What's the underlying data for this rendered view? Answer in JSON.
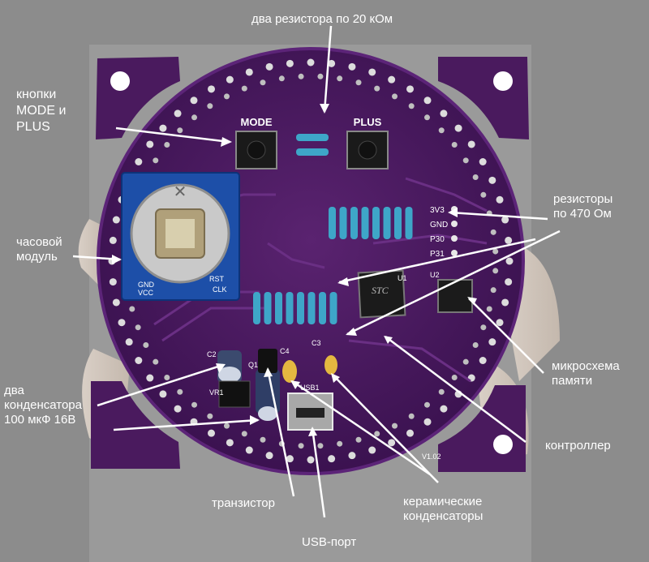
{
  "image": {
    "subject": "pcb",
    "board_label": "V1.02"
  },
  "board": {
    "button_mode": "MODE",
    "button_plus": "PLUS",
    "chip_u1": "STC",
    "chip_u1_ref": "U1",
    "chip_u2_ref": "U2",
    "pins": [
      "3V3",
      "GND",
      "P30",
      "P31"
    ],
    "clock_pins_left": [
      "GND",
      "VCC"
    ],
    "clock_pins_right": [
      "RST",
      "CLK"
    ],
    "refs": {
      "c2": "C2",
      "c3": "C3",
      "c4": "C4",
      "q1": "Q1",
      "vr1": "VR1",
      "usb1": "USB1"
    }
  },
  "labels": {
    "two_resistors": "два резистора по 20 кОм",
    "buttons": "кнопки\nMODE и\nPLUS",
    "clock_module": "часовой\nмодуль",
    "resistors_470": "резисторы\nпо 470 Ом",
    "memory_chip": "микросхема\nпамяти",
    "controller": "контроллер",
    "two_capacitors": "два\nконденсатора\n100 мкФ 16В",
    "transistor": "транзистор",
    "usb_port": "USB-порт",
    "ceramic_caps": "керамические\nконденсаторы"
  },
  "colors": {
    "background": "#8c8c8c",
    "pcb": "#4a1a5e",
    "pcb_edge": "#5c2478",
    "label": "#ffffff"
  }
}
